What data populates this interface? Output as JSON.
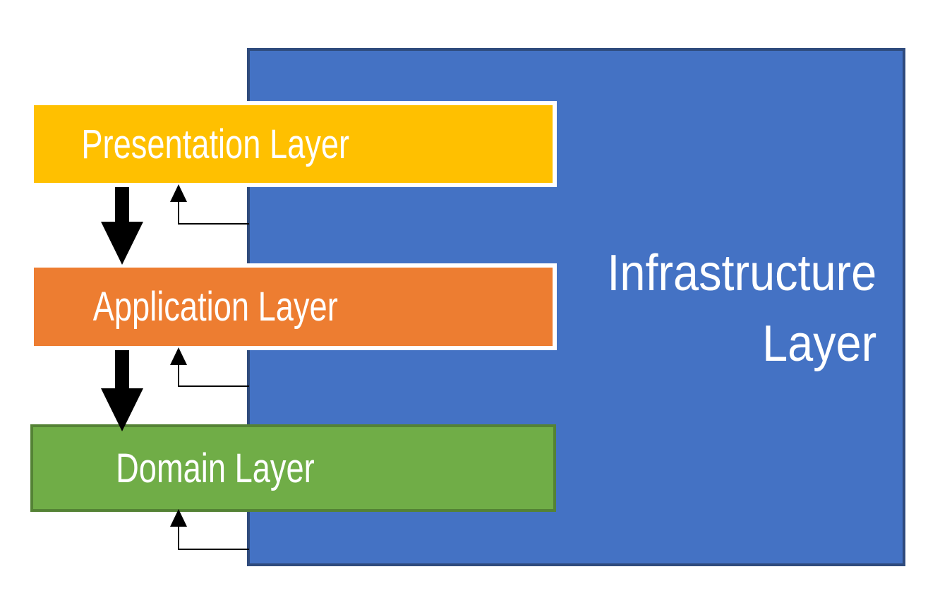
{
  "diagram": {
    "background": "#FFFFFF",
    "layers": [
      {
        "label": "Presentation Layer",
        "fill": "#FFC000",
        "border": "#FFFFFF",
        "text_color": "#FFFFFF"
      },
      {
        "label": "Application Layer",
        "fill": "#ED7D31",
        "border": "#FFFFFF",
        "text_color": "#FFFFFF"
      },
      {
        "label": "Domain Layer",
        "fill": "#70AD47",
        "border": "#548235",
        "text_color": "#FFFFFF"
      },
      {
        "label": "Infrastructure Layer",
        "fill": "#4472C4",
        "border": "#2F4B7D",
        "text_color": "#FFFFFF",
        "label_lines": [
          "Infrastructure",
          "Layer"
        ]
      }
    ],
    "arrows": {
      "color": "#000000",
      "thick_down": [
        {
          "from": "Presentation Layer",
          "to": "Application Layer"
        },
        {
          "from": "Application Layer",
          "to": "Domain Layer"
        }
      ],
      "thin_up": [
        {
          "from": "Infrastructure Layer",
          "to": "Presentation Layer"
        },
        {
          "from": "Infrastructure Layer",
          "to": "Application Layer"
        },
        {
          "from": "Infrastructure Layer",
          "to": "Domain Layer"
        }
      ]
    }
  }
}
